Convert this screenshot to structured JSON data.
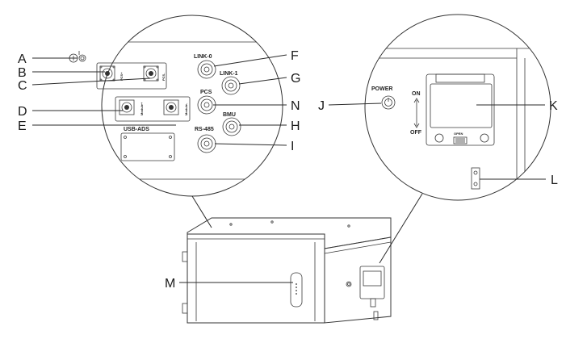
{
  "callouts": {
    "A": "A",
    "B": "B",
    "C": "C",
    "D": "D",
    "E": "E",
    "F": "F",
    "G": "G",
    "H": "H",
    "I": "I",
    "J": "J",
    "K": "K",
    "L": "L",
    "M": "M",
    "N": "N"
  },
  "panel_labels": {
    "link0": "LINK-0",
    "link1": "LINK-1",
    "pcs": "PCS",
    "bmu": "BMU",
    "rs485": "RS-485",
    "usb_ads": "USB-ADS",
    "pcs_plus": "PCS+",
    "pcs_minus": "PCS-",
    "module_plus": "Module+",
    "module_minus": "Module-",
    "power": "POWER",
    "on": "ON",
    "off": "OFF",
    "open": "OPEN"
  }
}
